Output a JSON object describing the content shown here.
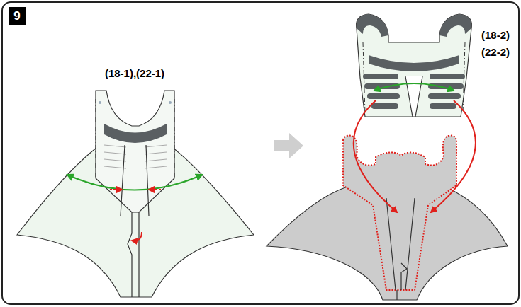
{
  "diagram": {
    "nodes": [
      {
        "text": [
          "9"
        ]
      }
    ],
    "labels": [
      "(18-1),(22-1)",
      "(18-2)",
      "(22-2)"
    ]
  }
}
